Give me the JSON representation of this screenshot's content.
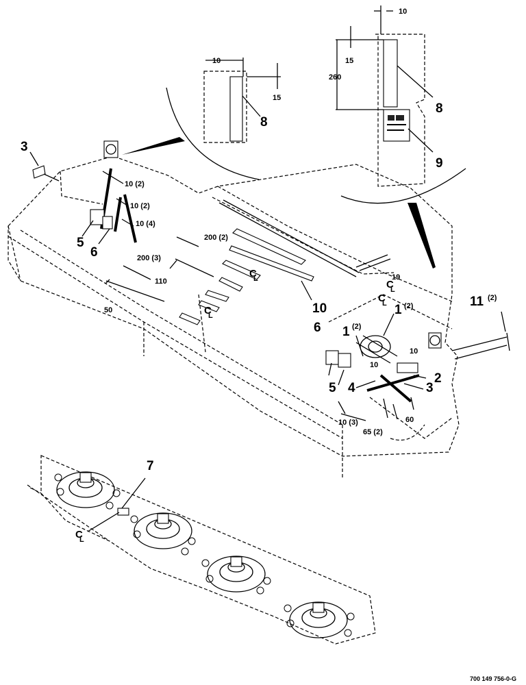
{
  "callouts": {
    "c1a": "1",
    "c1a_qty": "(2)",
    "c1b": "1",
    "c1b_qty": "(2)",
    "c2": "2",
    "c3a": "3",
    "c3b": "3",
    "c4": "4",
    "c5a": "5",
    "c5b": "5",
    "c6a": "6",
    "c6b": "6",
    "c7": "7",
    "c8a": "8",
    "c8b": "8",
    "c9": "9",
    "c10": "10",
    "c11": "11",
    "c11_qty": "(2)"
  },
  "dimensions": {
    "d10_top": "10",
    "d15_top": "15",
    "d260": "260",
    "d10_inset": "10",
    "d15_inset": "15",
    "d10_2_a": "10 (2)",
    "d10_2_b": "10 (2)",
    "d10_4": "10 (4)",
    "d200_2": "200 (2)",
    "d200_3": "200 (3)",
    "d110": "110",
    "d50": "50",
    "d19": "19",
    "d10_right": "10",
    "d10_right2": "10",
    "d10_3": "10 (3)",
    "d65_2": "65 (2)",
    "d60": "60"
  },
  "centerline": "C",
  "centerline_sub": "L",
  "figure_number": "700 149 756-0-G"
}
